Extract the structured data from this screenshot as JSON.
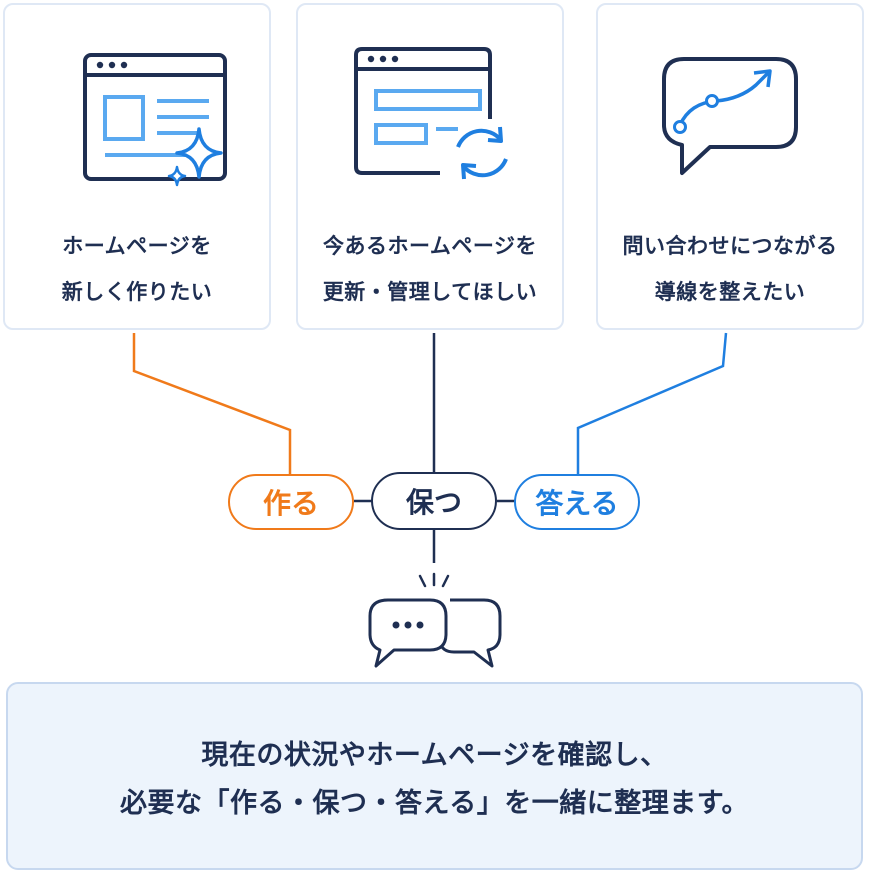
{
  "cards": [
    {
      "line1": "ホームページを",
      "line2": "新しく作りたい"
    },
    {
      "line1": "今あるホームページを",
      "line2": "更新・管理してほしい"
    },
    {
      "line1": "問い合わせにつながる",
      "line2": "導線を整えたい"
    }
  ],
  "pills": {
    "make": "作る",
    "keep": "保つ",
    "answer": "答える"
  },
  "bottom": {
    "line1": "現在の状況やホームページを確認し、",
    "line2": "必要な「作る・保つ・答える」を一緒に整理ます。"
  },
  "icons": {
    "card1": "new-website-sparkle-icon",
    "card2": "website-update-sync-icon",
    "card3": "chat-growth-arrow-icon",
    "consult": "chat-bubbles-icon"
  },
  "colors": {
    "navy": "#1f2f52",
    "orange": "#f07a1a",
    "blue": "#1f7fe0",
    "light_blue": "#5aa9f0",
    "card_border": "#dfe8f5",
    "bottom_bg": "#edf4fc"
  }
}
